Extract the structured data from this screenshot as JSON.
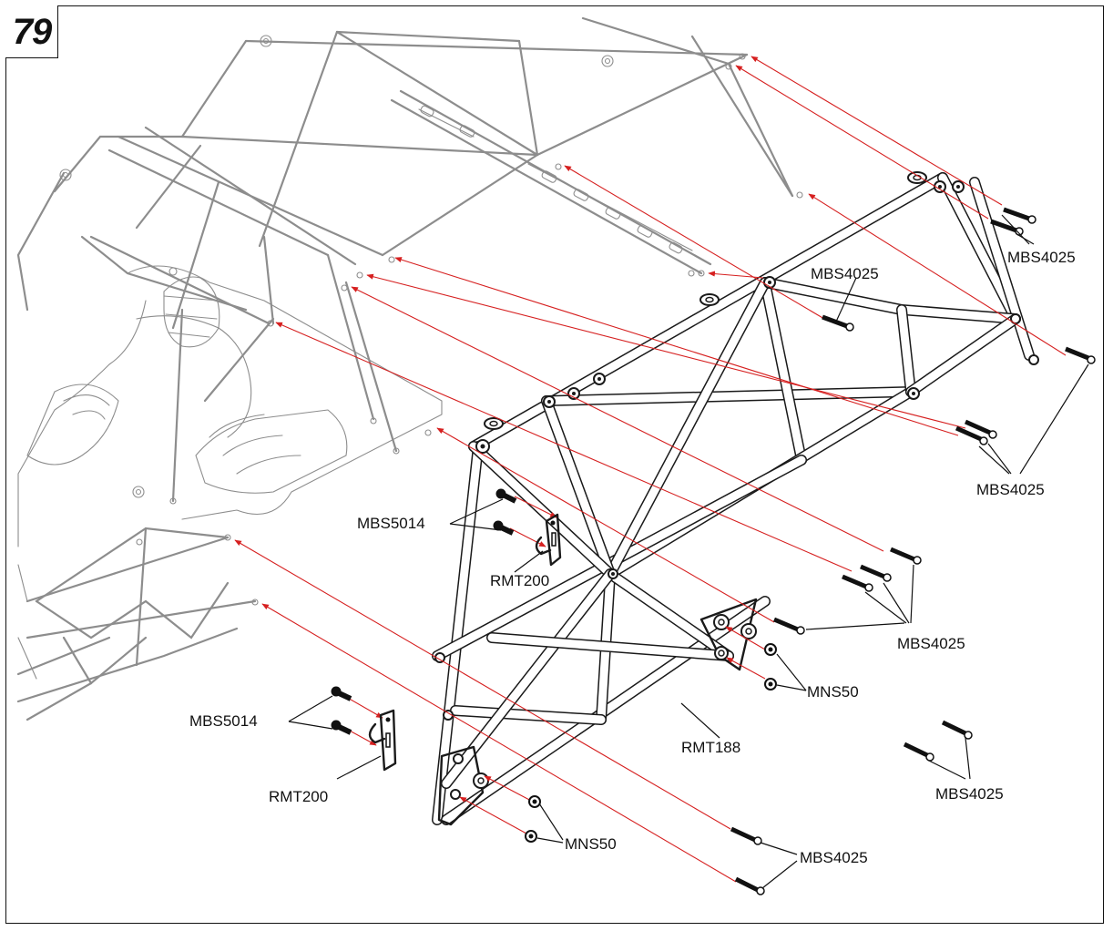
{
  "step_number": "79",
  "labels": {
    "mbs4025_a": "MBS4025",
    "mbs4025_b": "MBS4025",
    "mbs4025_c": "MBS4025",
    "mbs4025_d": "MBS4025",
    "mbs4025_e": "MBS4025",
    "mbs4025_f": "MBS4025",
    "mbs5014_a": "MBS5014",
    "mbs5014_b": "MBS5014",
    "rmt200_a": "RMT200",
    "rmt200_b": "RMT200",
    "rmt188": "RMT188",
    "mns50_a": "MNS50",
    "mns50_b": "MNS50"
  },
  "colors": {
    "frame": "#111111",
    "part_outline": "#1a1a1a",
    "background_chassis": "#8d8d8d",
    "assembly_arrow": "#d62020"
  }
}
